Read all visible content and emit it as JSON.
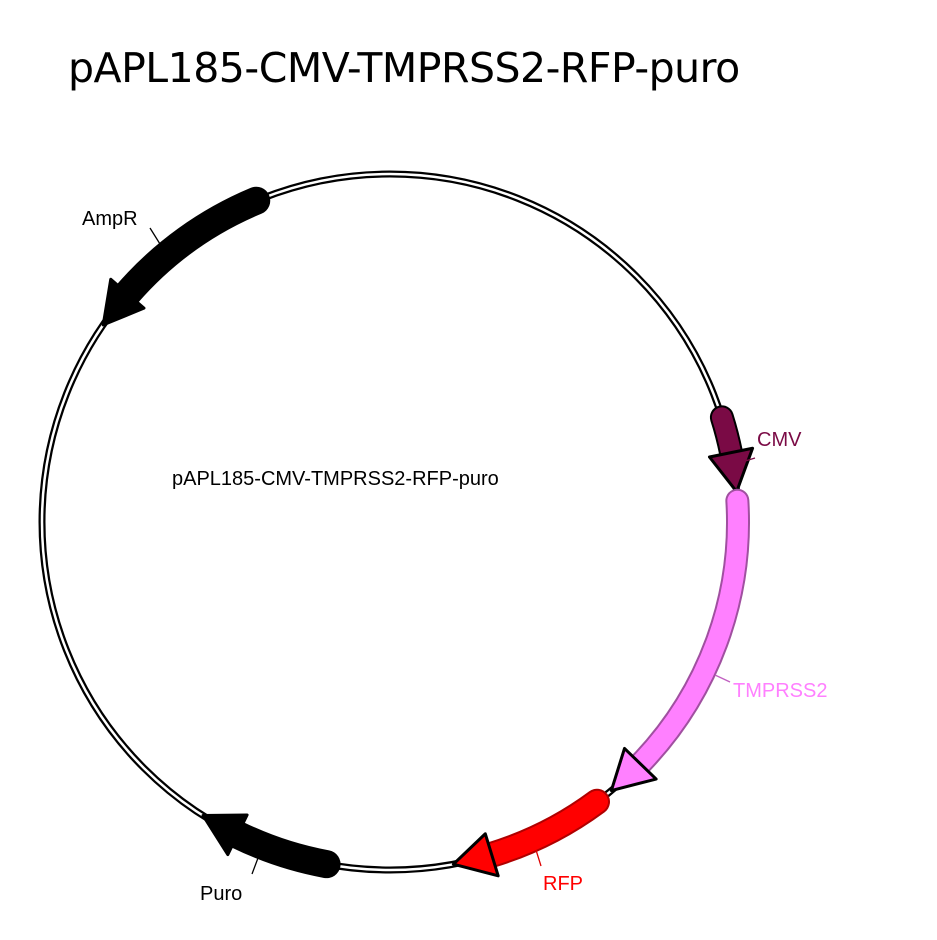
{
  "title": "pAPL185-CMV-TMPRSS2-RFP-puro",
  "plasmid_name": "pAPL185-CMV-TMPRSS2-RFP-puro",
  "features": [
    {
      "name": "AmpR",
      "color": "#000000",
      "direction": "reverse"
    },
    {
      "name": "CMV",
      "color": "#7a0a45",
      "direction": "forward"
    },
    {
      "name": "TMPRSS2",
      "color": "#ff80ff",
      "direction": "forward"
    },
    {
      "name": "RFP",
      "color": "#ff0000",
      "direction": "forward"
    },
    {
      "name": "Puro",
      "color": "#000000",
      "direction": "reverse"
    }
  ]
}
